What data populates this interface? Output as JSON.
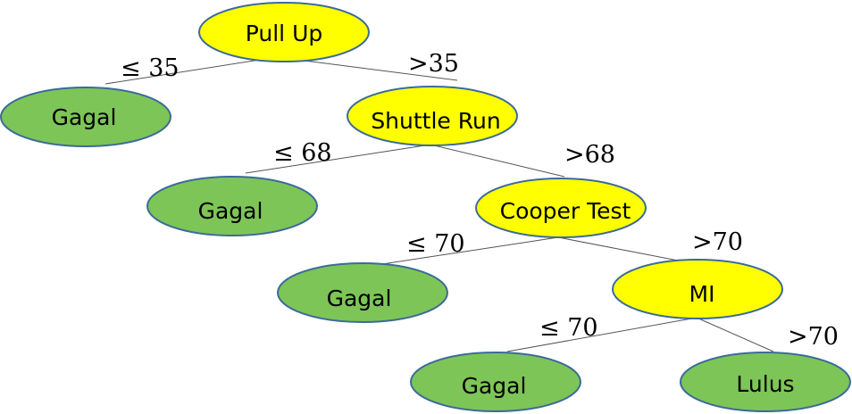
{
  "colors": {
    "decision_fill": "#ffff00",
    "leaf_fill": "#7dc557",
    "outline": "#3b6a9a",
    "edge": "#555555"
  },
  "nodes": {
    "pull_up": {
      "label": "Pull Up",
      "kind": "decision"
    },
    "gagal_1": {
      "label": "Gagal",
      "kind": "leaf"
    },
    "shuttle_run": {
      "label": "Shuttle Run",
      "kind": "decision"
    },
    "gagal_2": {
      "label": "Gagal",
      "kind": "leaf"
    },
    "cooper_test": {
      "label": "Cooper Test",
      "kind": "decision"
    },
    "gagal_3": {
      "label": "Gagal",
      "kind": "leaf"
    },
    "mi": {
      "label": "MI",
      "kind": "decision"
    },
    "gagal_4": {
      "label": "Gagal",
      "kind": "leaf"
    },
    "lulus": {
      "label": "Lulus",
      "kind": "leaf"
    }
  },
  "edges": {
    "pull_up_left": {
      "from": "pull_up",
      "to": "gagal_1",
      "label": "≤ 35"
    },
    "pull_up_right": {
      "from": "pull_up",
      "to": "shuttle_run",
      "label": ">35"
    },
    "shuttle_left": {
      "from": "shuttle_run",
      "to": "gagal_2",
      "label": "≤ 68"
    },
    "shuttle_right": {
      "from": "shuttle_run",
      "to": "cooper_test",
      "label": ">68"
    },
    "cooper_left": {
      "from": "cooper_test",
      "to": "gagal_3",
      "label": "≤ 70"
    },
    "cooper_right": {
      "from": "cooper_test",
      "to": "mi",
      "label": ">70"
    },
    "mi_left": {
      "from": "mi",
      "to": "gagal_4",
      "label": "≤ 70"
    },
    "mi_right": {
      "from": "mi",
      "to": "lulus",
      "label": ">70"
    }
  }
}
